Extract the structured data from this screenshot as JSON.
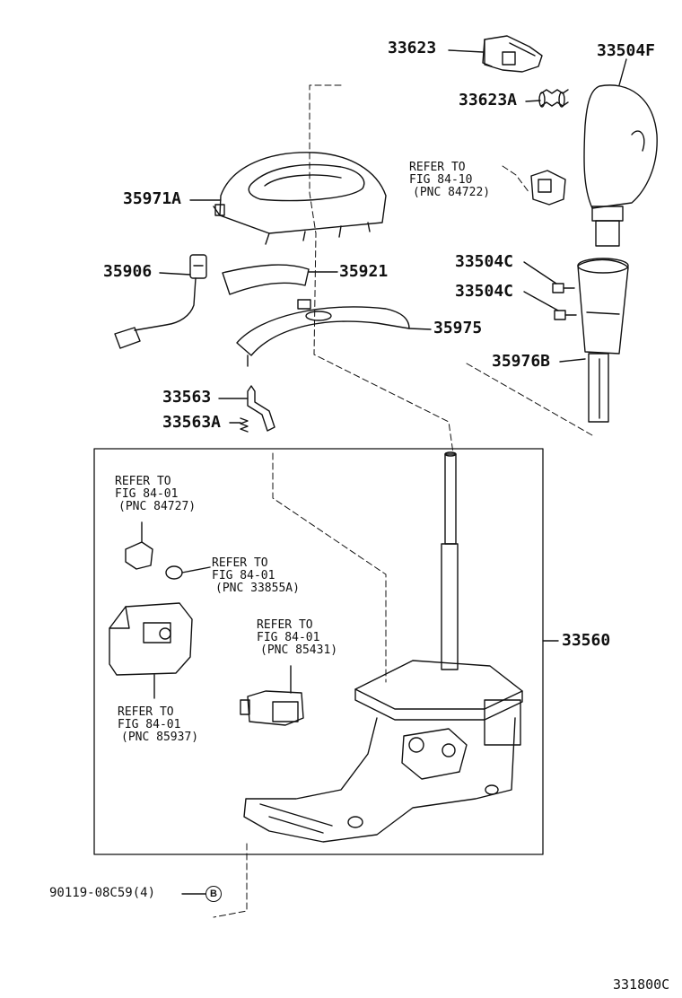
{
  "diagram": {
    "labels": {
      "p33623": "33623",
      "p33504F": "33504F",
      "p33623A": "33623A",
      "p35971A": "35971A",
      "p35906": "35906",
      "p35921": "35921",
      "p35975": "35975",
      "p33504C_1": "33504C",
      "p33504C_2": "33504C",
      "p35976B": "35976B",
      "p33563": "33563",
      "p33563A": "33563A",
      "p33560": "33560",
      "p90119": "90119-08C59(4)"
    },
    "refs": {
      "r8410": {
        "l1": "REFER TO",
        "l2": "FIG 84-10",
        "l3": "(PNC 84722)"
      },
      "r84727": {
        "l1": "REFER TO",
        "l2": "FIG 84-01",
        "l3": "(PNC 84727)"
      },
      "r33855A": {
        "l1": "REFER TO",
        "l2": "FIG 84-01",
        "l3": "(PNC 33855A)"
      },
      "r85431": {
        "l1": "REFER TO",
        "l2": "FIG 84-01",
        "l3": "(PNC 85431)"
      },
      "r85937": {
        "l1": "REFER TO",
        "l2": "FIG 84-01",
        "l3": "(PNC 85937)"
      }
    },
    "badge": "B",
    "figure_code": "331800C"
  }
}
